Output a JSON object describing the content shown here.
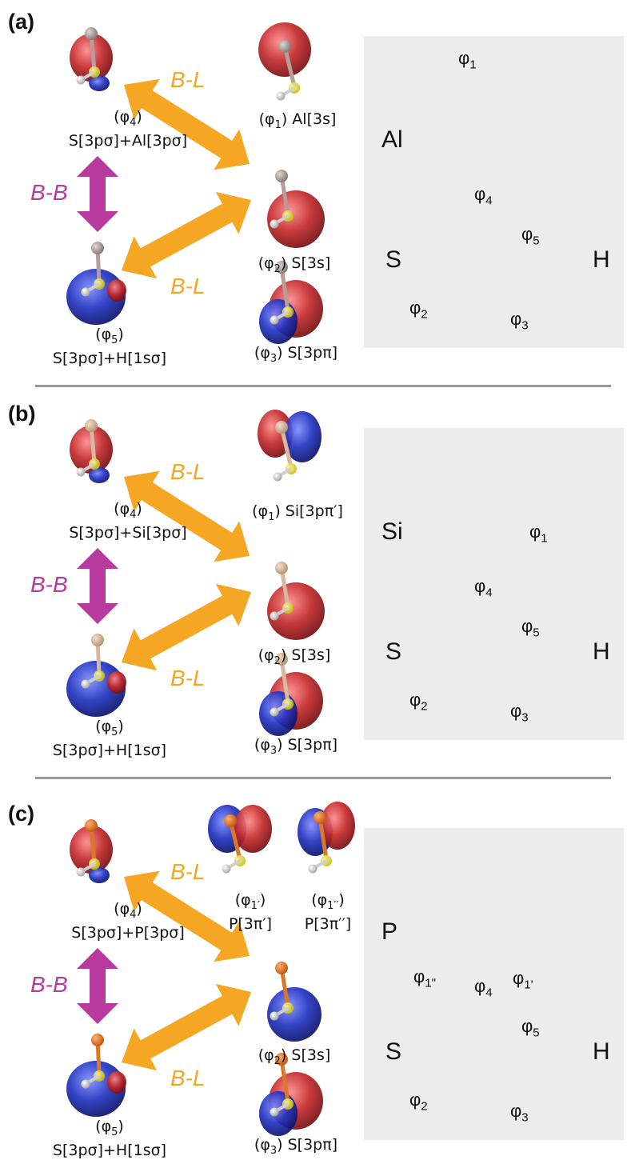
{
  "connector_labels": {
    "bl": "B-L",
    "bb": "B-B"
  },
  "panels": [
    {
      "letter": "(a)",
      "element": "Al",
      "phi4": {
        "sym": "(φ",
        "sub": "4",
        "close": ")",
        "desc": "S[3pσ]+Al[3pσ]"
      },
      "phi5": {
        "sym": "(φ",
        "sub": "5",
        "close": ")",
        "desc": "S[3pσ]+H[1sσ]"
      },
      "phi1": {
        "text": "(φ",
        "sub": "1",
        "rest": ") Al[3s]"
      },
      "phi2": {
        "text": "(φ",
        "sub": "2",
        "rest": ") S[3s]"
      },
      "phi3": {
        "text": "(φ",
        "sub": "3",
        "rest": ") S[3pπ]"
      },
      "sch": {
        "el": "Al",
        "s": "S",
        "h": "H",
        "phi": "φ",
        "s1": "1",
        "s2": "2",
        "s3": "3",
        "s4": "4",
        "s5": "5"
      }
    },
    {
      "letter": "(b)",
      "element": "Si",
      "phi4": {
        "sym": "(φ",
        "sub": "4",
        "close": ")",
        "desc": "S[3pσ]+Si[3pσ]"
      },
      "phi5": {
        "sym": "(φ",
        "sub": "5",
        "close": ")",
        "desc": "S[3pσ]+H[1sσ]"
      },
      "phi1": {
        "text": "(φ",
        "sub": "1",
        "rest": ") Si[3pπ′]"
      },
      "phi2": {
        "text": "(φ",
        "sub": "2",
        "rest": ") S[3s]"
      },
      "phi3": {
        "text": "(φ",
        "sub": "3",
        "rest": ") S[3pπ]"
      },
      "sch": {
        "el": "Si",
        "s": "S",
        "h": "H",
        "phi": "φ",
        "s1": "1",
        "s2": "2",
        "s3": "3",
        "s4": "4",
        "s5": "5"
      }
    },
    {
      "letter": "(c)",
      "element": "P",
      "phi4": {
        "sym": "(φ",
        "sub": "4",
        "close": ")",
        "desc": "S[3pσ]+P[3pσ]"
      },
      "phi5": {
        "sym": "(φ",
        "sub": "5",
        "close": ")",
        "desc": "S[3pσ]+H[1sσ]"
      },
      "phi1a": {
        "text": "(φ",
        "sub": "1′",
        "close": ")",
        "desc": "P[3π′]"
      },
      "phi1b": {
        "text": "(φ",
        "sub": "1′′",
        "close": ")",
        "desc": "P[3π′′]"
      },
      "phi2": {
        "text": "(φ",
        "sub": "2",
        "rest": ") S[3s]"
      },
      "phi3": {
        "text": "(φ",
        "sub": "3",
        "rest": ") S[3pπ]"
      },
      "sch": {
        "el": "P",
        "s": "S",
        "h": "H",
        "phi": "φ",
        "s1a": "1\"",
        "s1b": "1'",
        "s2": "2",
        "s3": "3",
        "s4": "4",
        "s5": "5"
      }
    }
  ],
  "colors": {
    "orange": "#f5a623",
    "magenta": "#b83a9e",
    "red_lobe": "#c0282a",
    "blue_lobe": "#1f2fb3",
    "sulfur": "#e6e23a",
    "schematic_bg": "#ececec"
  }
}
